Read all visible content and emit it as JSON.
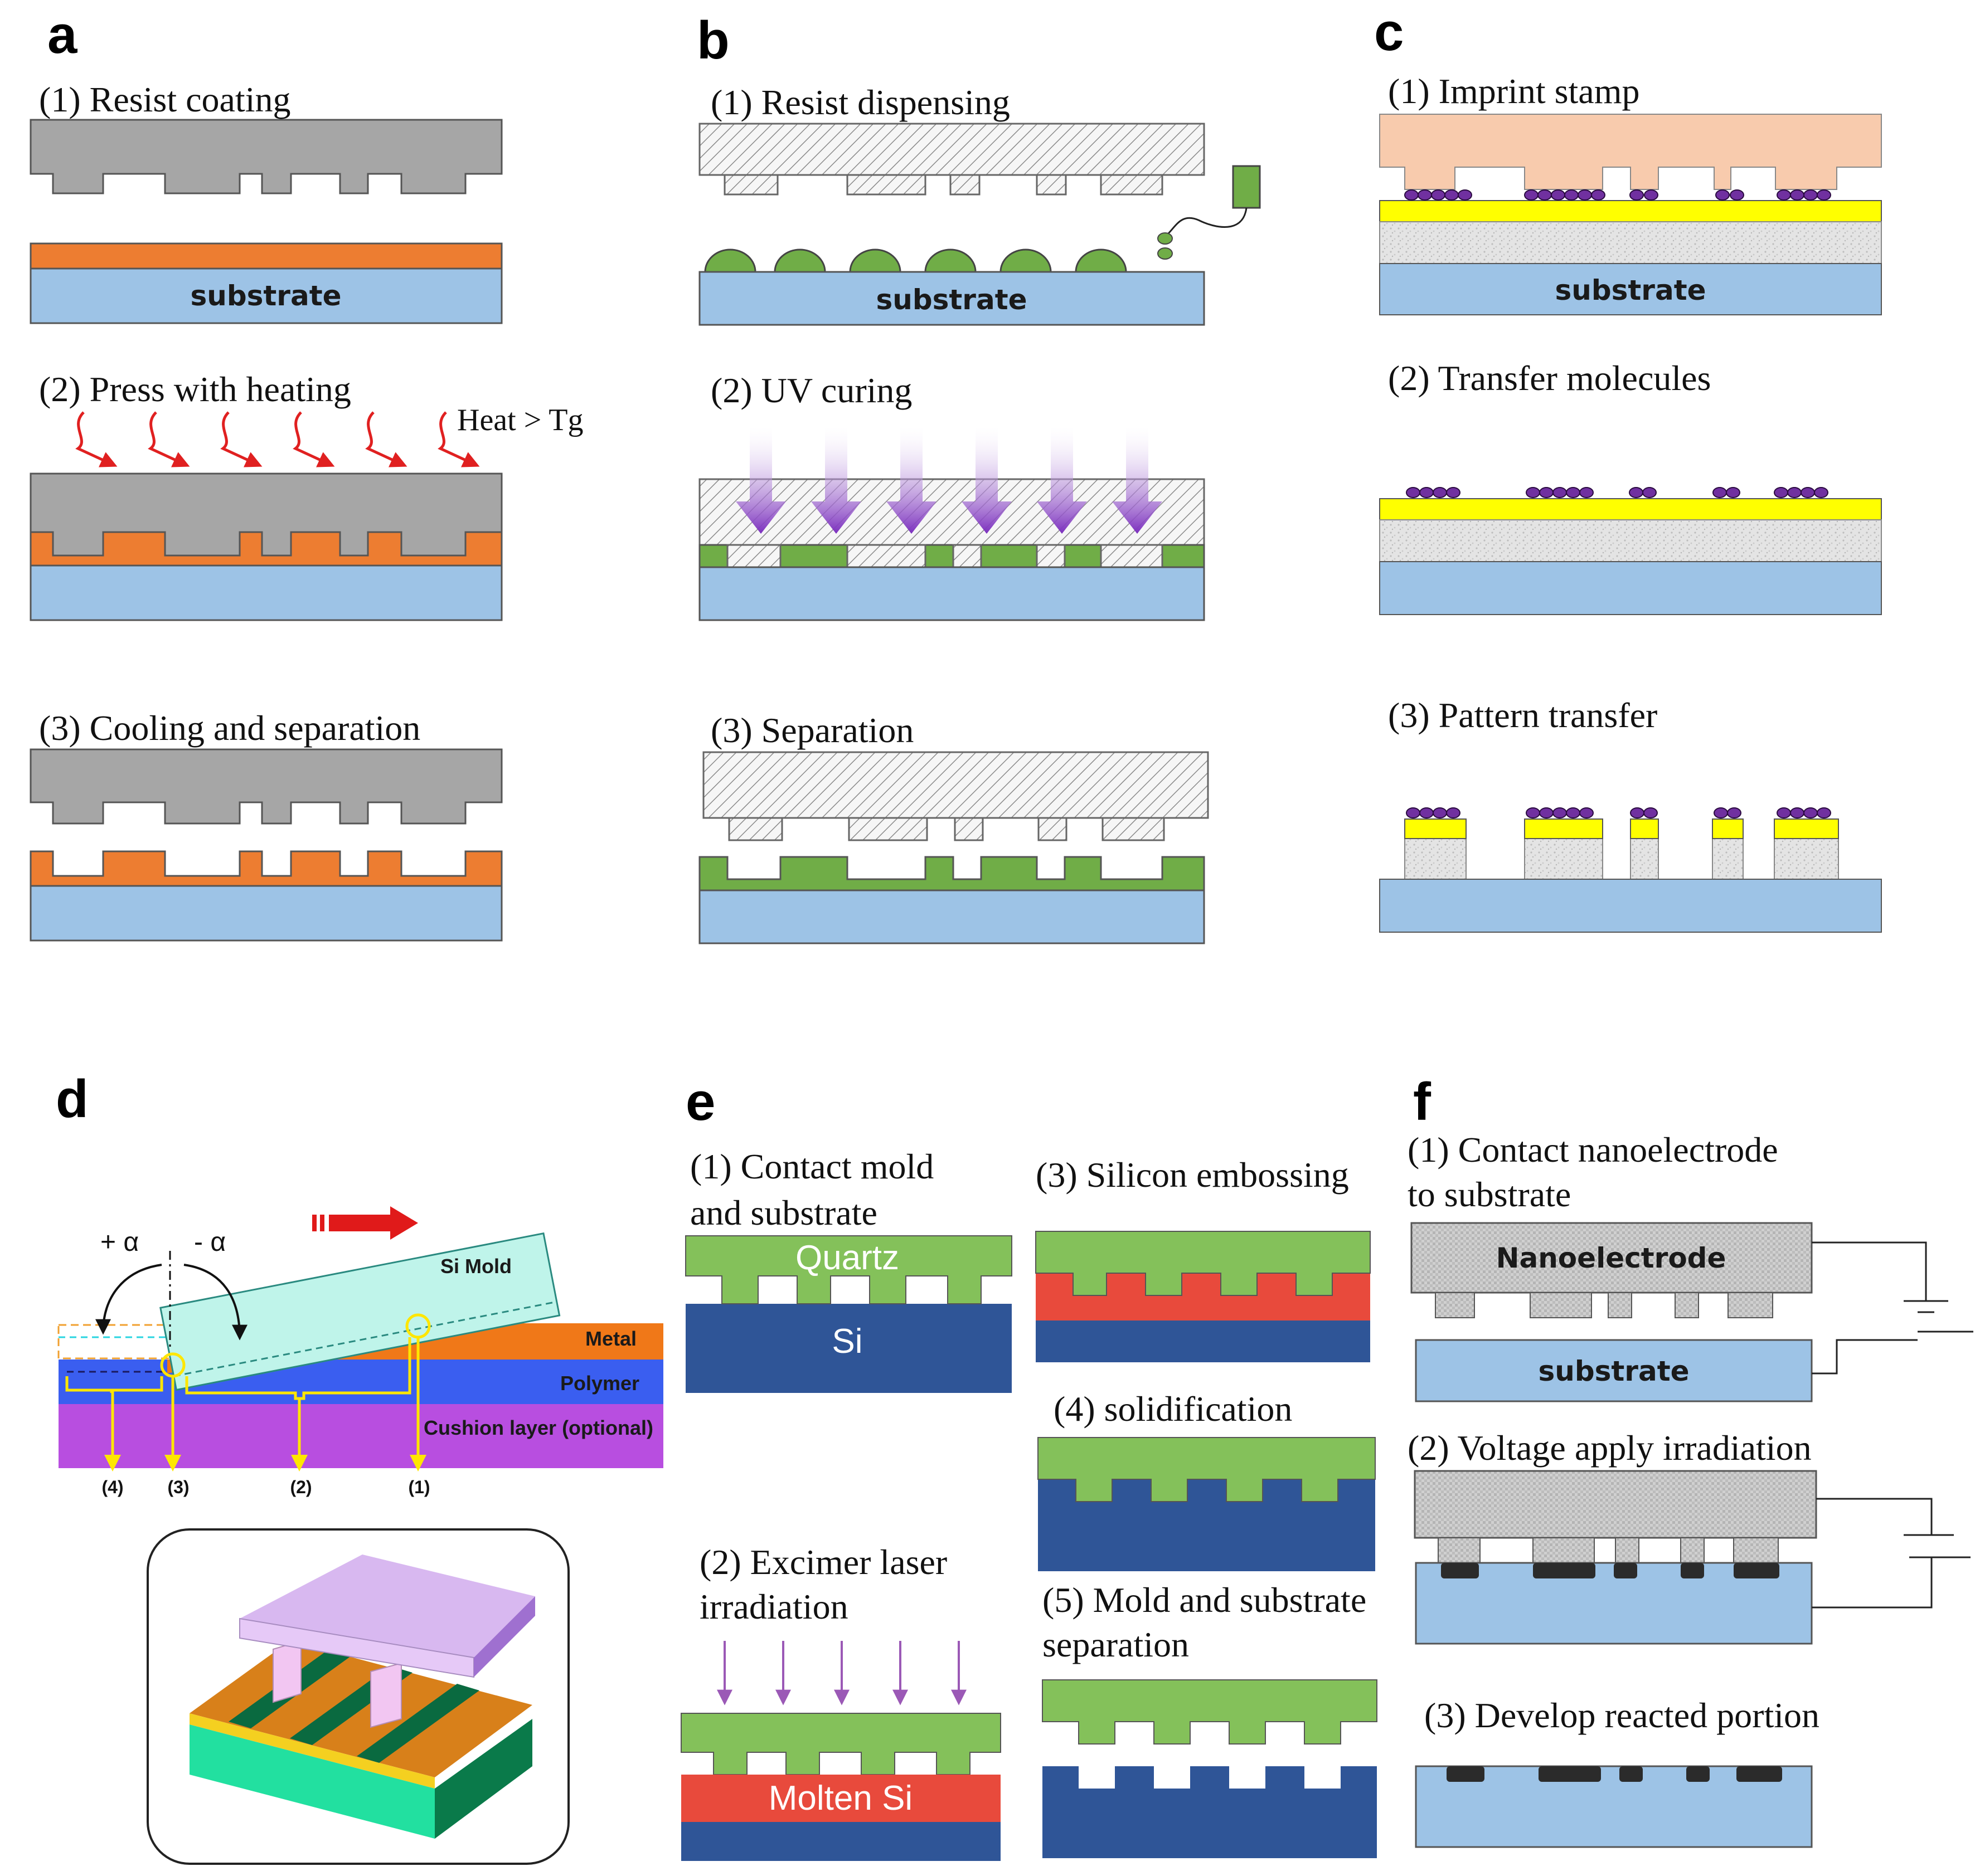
{
  "panels": {
    "a": {
      "label": "a",
      "steps": [
        "(1) Resist coating",
        "(2) Press with heating",
        "(3) Cooling and separation"
      ],
      "substrate": "substrate",
      "heat_label": "Heat > Tg"
    },
    "b": {
      "label": "b",
      "steps": [
        "(1) Resist dispensing",
        "(2) UV curing",
        "(3) Separation"
      ],
      "substrate": "substrate"
    },
    "c": {
      "label": "c",
      "steps": [
        "(1) Imprint stamp",
        "(2) Transfer molecules",
        "(3) Pattern transfer"
      ],
      "substrate": "substrate"
    },
    "d": {
      "label": "d",
      "mold": "Si Mold",
      "layers": [
        "Metal",
        "Polymer",
        "Cushion layer (optional)"
      ],
      "angles": [
        "+ α",
        "- α"
      ],
      "markers": [
        "(4)",
        "(3)",
        "(2)",
        "(1)"
      ]
    },
    "e": {
      "label": "e",
      "steps": {
        "s1_line1": "(1) Contact mold",
        "s1_line2": "and substrate",
        "s2_line1": "(2) Excimer laser",
        "s2_line2": "irradiation",
        "s3": "(3) Silicon embossing",
        "s4": "(4) solidification",
        "s5_line1": "(5) Mold and substrate",
        "s5_line2": "separation"
      },
      "quartz": "Quartz",
      "si": "Si",
      "molten": "Molten Si"
    },
    "f": {
      "label": "f",
      "steps": {
        "s1_line1": "(1) Contact nanoelectrode",
        "s1_line2": "to substrate",
        "s2": "(2) Voltage apply irradiation",
        "s3": "(3) Develop reacted portion"
      },
      "electrode": "Nanoelectrode",
      "substrate": "substrate"
    }
  },
  "colors": {
    "mold_gray": "#a6a6a6",
    "resist_orange": "#ed7d31",
    "substrate_blue": "#9dc3e6",
    "uv_green": "#70ad47",
    "stamp_peach": "#f8cbad",
    "molecule_purple": "#7030a0",
    "gold_yellow": "#ffff00",
    "si_blue": "#2f5597",
    "molten_red": "#e84a3c",
    "quartz_green": "#84c15a",
    "uv_violet": "#8e44ad",
    "heat_red": "#e02020"
  }
}
